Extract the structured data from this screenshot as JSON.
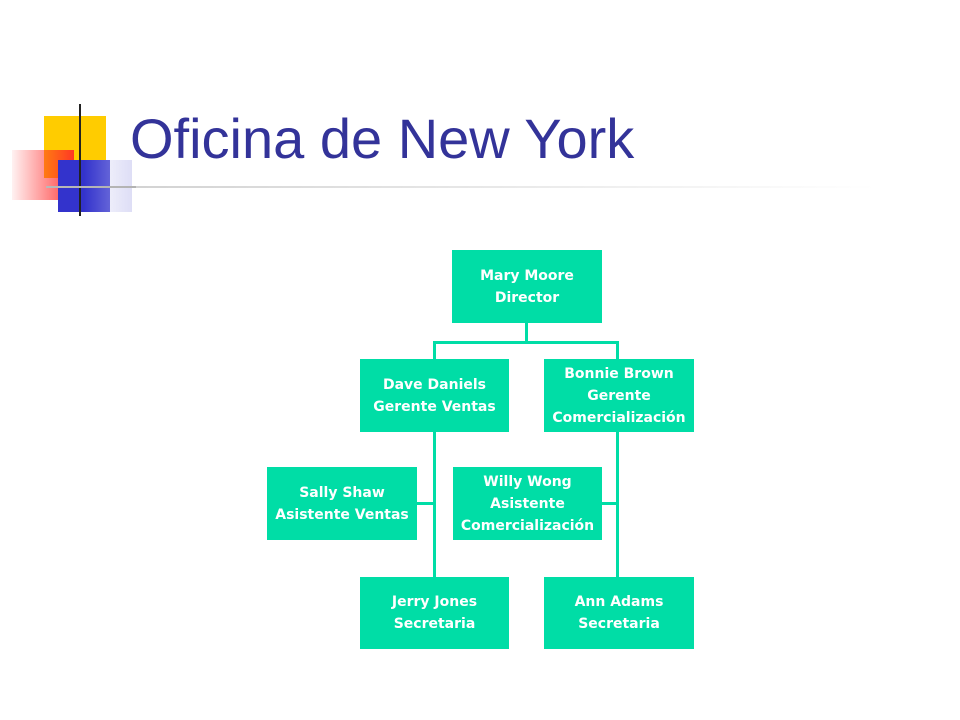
{
  "slide": {
    "title": "Oficina de New York"
  },
  "org": {
    "director": {
      "name": "Mary Moore",
      "role": "Director"
    },
    "sales_manager": {
      "name": "Dave Daniels",
      "role": "Gerente Ventas"
    },
    "marketing_manager": {
      "name": "Bonnie Brown",
      "role_line1": "Gerente",
      "role_line2": "Comercialización"
    },
    "sales_assistant": {
      "name": "Sally Shaw",
      "role": "Asistente Ventas"
    },
    "marketing_assistant": {
      "name": "Willy Wong",
      "role_line1": "Asistente",
      "role_line2": "Comercialización"
    },
    "sales_secretary": {
      "name": "Jerry Jones",
      "role": "Secretaria"
    },
    "marketing_secretary": {
      "name": "Ann Adams",
      "role": "Secretaria"
    }
  },
  "colors": {
    "title": "#333399",
    "node_fill": "#00dda6",
    "node_text": "#ffffff"
  }
}
